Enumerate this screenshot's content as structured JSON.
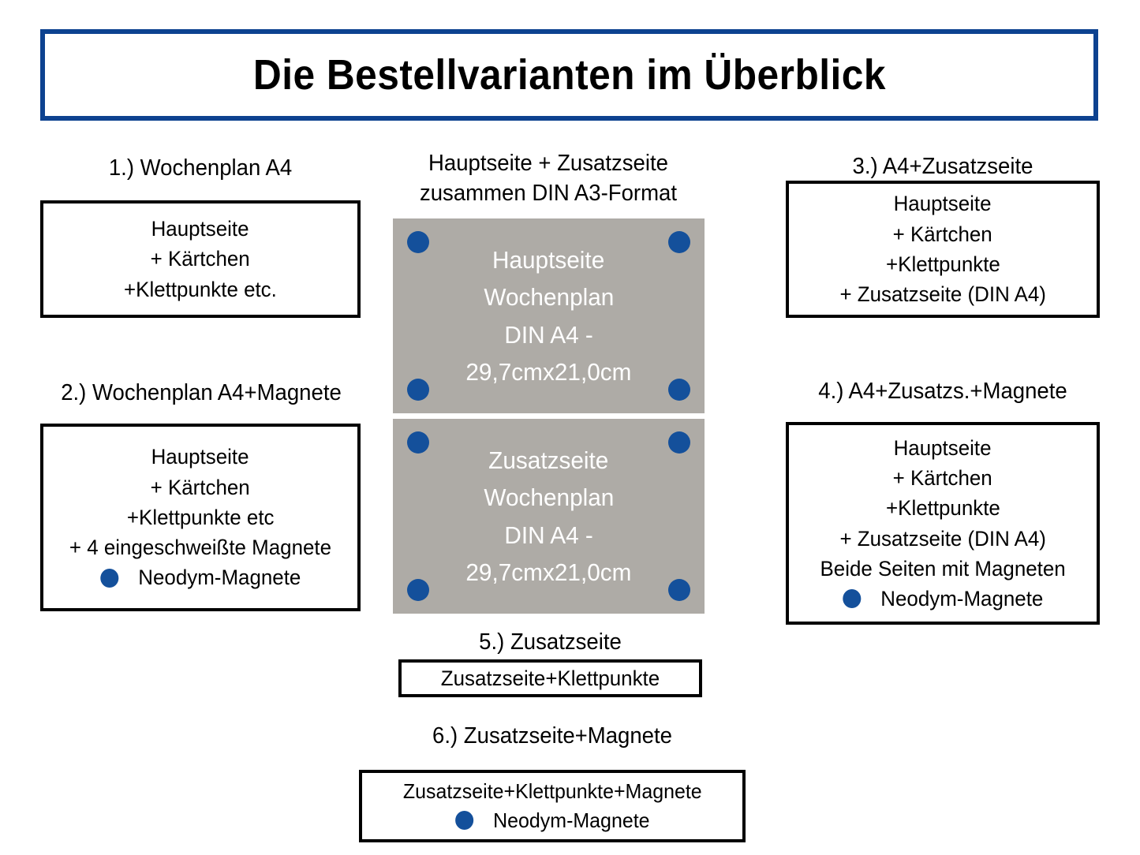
{
  "title": {
    "text": "Die Bestellvarianten im Überblick",
    "border_color": "#0d4290"
  },
  "colors": {
    "magnet_blue": "#14509b",
    "page_gray": "#aeaba6",
    "border_black": "#000000",
    "title_blue": "#0d4290"
  },
  "center": {
    "heading_line_1": "Hauptseite + Zusatzseite",
    "heading_line_2": "zusammen DIN A3-Format",
    "main_page": {
      "line_1": "Hauptseite",
      "line_2": "Wochenplan",
      "line_3": "DIN A4 -",
      "line_4": "29,7cmx21,0cm"
    },
    "additional_page": {
      "line_1": "Zusatzseite",
      "line_2": "Wochenplan",
      "line_3": "DIN A4 -",
      "line_4": "29,7cmx21,0cm"
    }
  },
  "variants": [
    {
      "heading": "1.) Wochenplan A4",
      "lines": [
        {
          "text": "Hauptseite",
          "dot": false
        },
        {
          "text": "+ Kärtchen",
          "dot": false
        },
        {
          "text": "+Klettpunkte etc.",
          "dot": false
        }
      ]
    },
    {
      "heading": "2.) Wochenplan A4+Magnete",
      "lines": [
        {
          "text": "Hauptseite",
          "dot": false
        },
        {
          "text": "+ Kärtchen",
          "dot": false
        },
        {
          "text": "+Klettpunkte etc",
          "dot": false
        },
        {
          "text": "+ 4 eingeschweißte Magnete",
          "dot": false
        },
        {
          "text": "Neodym-Magnete",
          "dot": true
        }
      ]
    },
    {
      "heading": "3.)  A4+Zusatzseite",
      "lines": [
        {
          "text": "Hauptseite",
          "dot": false
        },
        {
          "text": "+ Kärtchen",
          "dot": false
        },
        {
          "text": "+Klettpunkte",
          "dot": false
        },
        {
          "text": "+ Zusatzseite (DIN A4)",
          "dot": false
        }
      ]
    },
    {
      "heading": "4.) A4+Zusatzs.+Magnete",
      "lines": [
        {
          "text": "Hauptseite",
          "dot": false
        },
        {
          "text": "+ Kärtchen",
          "dot": false
        },
        {
          "text": "+Klettpunkte",
          "dot": false
        },
        {
          "text": "+ Zusatzseite (DIN A4)",
          "dot": false
        },
        {
          "text": "Beide Seiten mit Magneten",
          "dot": false
        },
        {
          "text": "Neodym-Magnete",
          "dot": true
        }
      ]
    },
    {
      "heading": "5.) Zusatzseite",
      "lines": [
        {
          "text": "Zusatzseite+Klettpunkte",
          "dot": false
        }
      ]
    },
    {
      "heading": "6.) Zusatzseite+Magnete",
      "lines": [
        {
          "text": "Zusatzseite+Klettpunkte+Magnete",
          "dot": false
        },
        {
          "text": "Neodym-Magnete",
          "dot": true
        }
      ]
    }
  ]
}
